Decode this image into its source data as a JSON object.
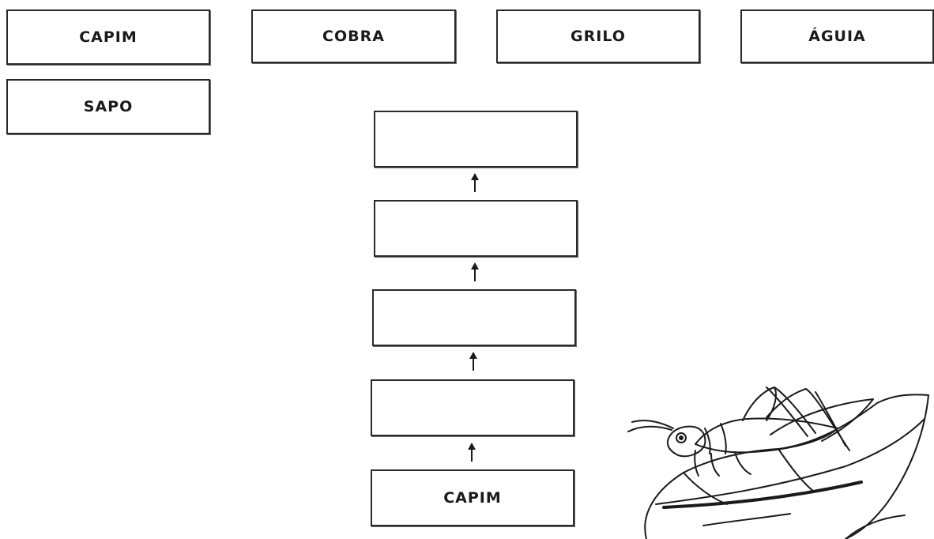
{
  "word_bank": [
    {
      "label": "CAPIM"
    },
    {
      "label": "COBRA"
    },
    {
      "label": "GRILO"
    },
    {
      "label": "ÁGUIA"
    },
    {
      "label": "SAPO"
    }
  ],
  "food_chain": {
    "levels_top_to_bottom": [
      "",
      "",
      "",
      "",
      "CAPIM"
    ]
  },
  "illustration": {
    "subject": "grasshopper on leaf",
    "icon": "grasshopper-icon"
  }
}
